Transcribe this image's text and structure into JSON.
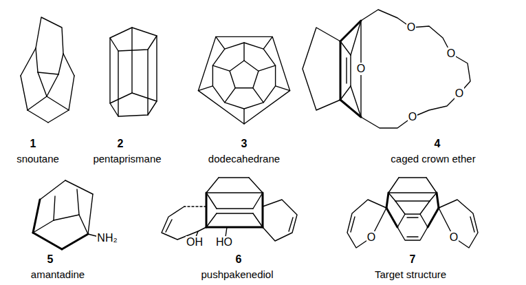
{
  "diagram": {
    "labels": [
      "1",
      "snoutane",
      "2",
      "pentaprismane",
      "3",
      "dodecahedrane",
      "4",
      "caged crown ether",
      "5",
      "amantadine",
      "6",
      "pushpakenediol",
      "7",
      "Target structure",
      "NH₂",
      "OH",
      "HO",
      "O",
      "O",
      "O",
      "O",
      "O",
      "O",
      "O"
    ]
  }
}
